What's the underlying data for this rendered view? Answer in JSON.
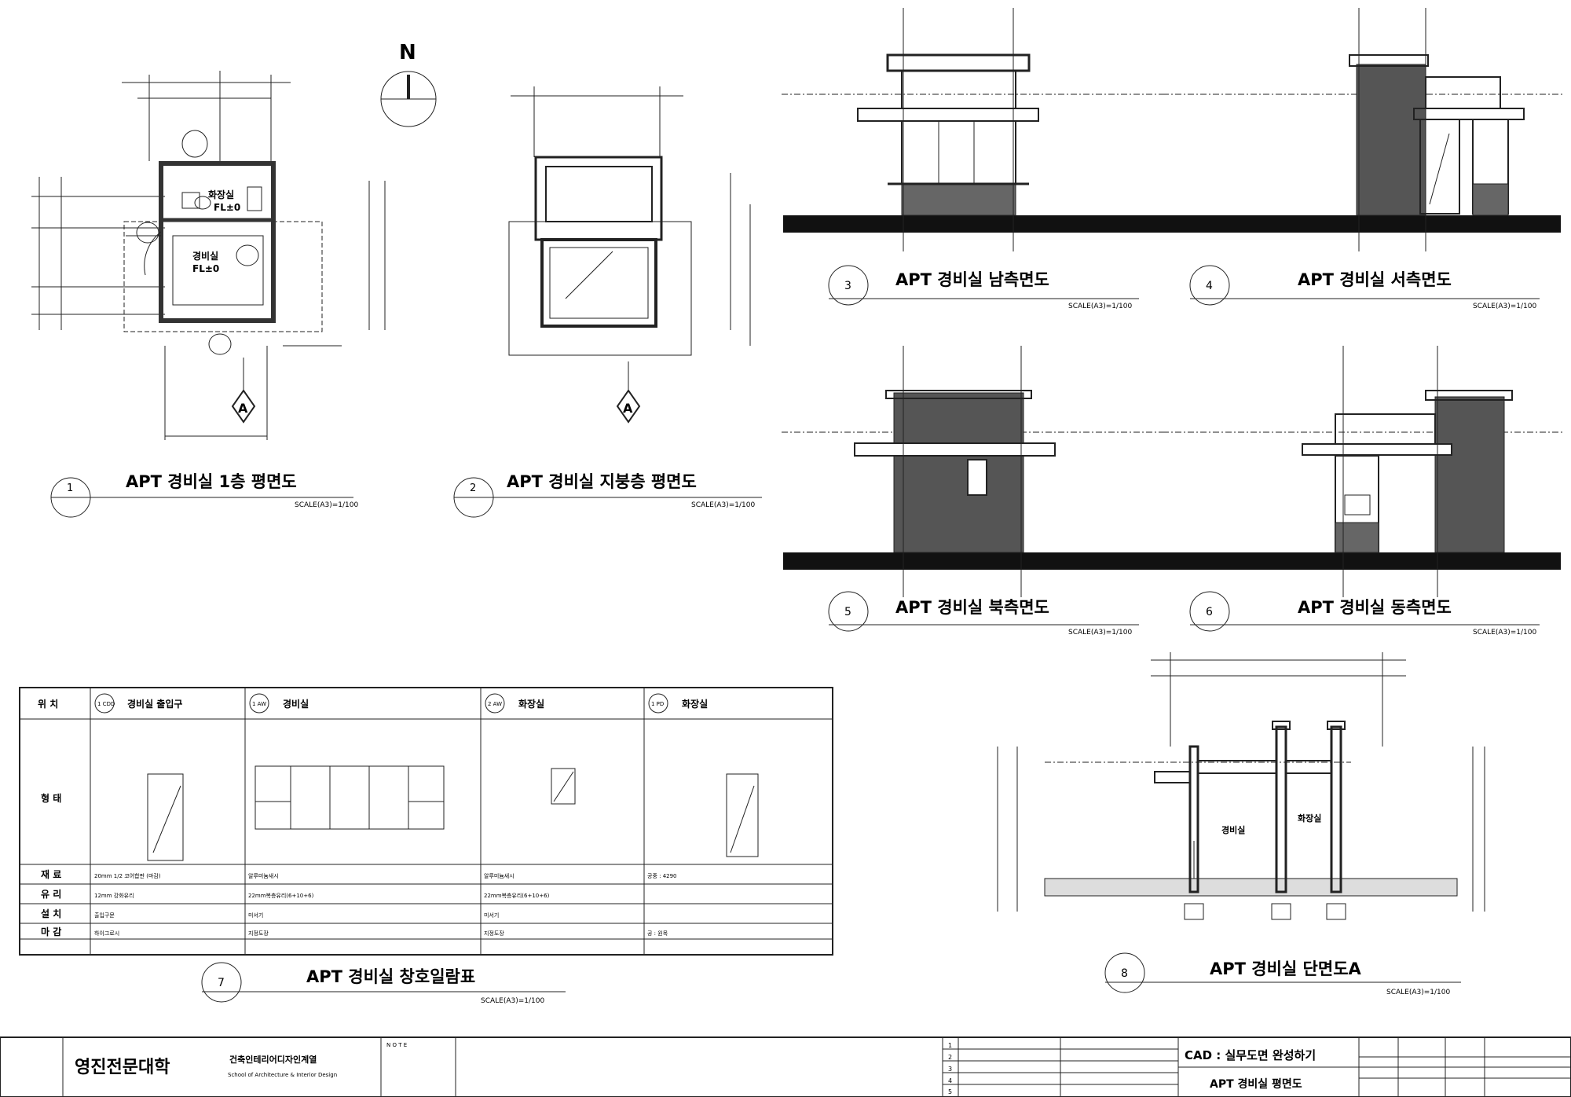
{
  "compass": {
    "label": "N"
  },
  "drawings": [
    {
      "num": "1",
      "title": "APT 경비실 1층 평면도",
      "scale": "SCALE(A3)=1/100"
    },
    {
      "num": "2",
      "title": "APT 경비실 지붕층 평면도",
      "scale": "SCALE(A3)=1/100"
    },
    {
      "num": "3",
      "title": "APT 경비실 남측면도",
      "scale": "SCALE(A3)=1/100"
    },
    {
      "num": "4",
      "title": "APT 경비실 서측면도",
      "scale": "SCALE(A3)=1/100"
    },
    {
      "num": "5",
      "title": "APT 경비실 북측면도",
      "scale": "SCALE(A3)=1/100"
    },
    {
      "num": "6",
      "title": "APT 경비실 동측면도",
      "scale": "SCALE(A3)=1/100"
    },
    {
      "num": "7",
      "title": "APT 경비실 창호일람표",
      "scale": "SCALE(A3)=1/100"
    },
    {
      "num": "8",
      "title": "APT 경비실 단면도A",
      "scale": "SCALE(A3)=1/100"
    }
  ],
  "section_marker": "A",
  "plan_labels": {
    "toilet": "화장실",
    "guard": "경비실",
    "toilet_level": "FL±0",
    "guard_level": "FL±0"
  },
  "schedule": {
    "header_label": "위 치",
    "row_labels": [
      "형 태",
      "재 료",
      "유 리",
      "설 치",
      "마 감"
    ],
    "columns": [
      {
        "tag": "1 CDD",
        "name": "경비실 출입구",
        "material": "20mm 1/2 코어합판 (마감)",
        "glass": "12mm 강화유리",
        "install": "출입구문",
        "finish": "하이그로시"
      },
      {
        "tag": "1 AW",
        "name": "경비실",
        "material": "알루미늄새시",
        "glass": "22mm복층유리(6+10+6)",
        "install": "미서기",
        "finish": "지정도장"
      },
      {
        "tag": "2 AW",
        "name": "화장실",
        "material": "알루미늄새시",
        "glass": "22mm복층유리(6+10+6)",
        "install": "미서기",
        "finish": "지정도장"
      },
      {
        "tag": "1 PD",
        "name": "화장실",
        "material": "공중 : 4290",
        "glass": "",
        "install": "",
        "finish": "공 : 원목"
      }
    ]
  },
  "section_labels": {
    "guard": "경비실",
    "toilet": "화장실"
  },
  "titleblock": {
    "school": "영진전문대학",
    "dept": "건축인테리어디자인계열",
    "dept_en": "School of Architecture & Interior Design",
    "note": "N O T E",
    "subject": "CAD : 실무도면 완성하기",
    "drawing_name": "APT 경비실 평면도",
    "rev_rows": [
      "1",
      "2",
      "3",
      "4",
      "5"
    ]
  }
}
